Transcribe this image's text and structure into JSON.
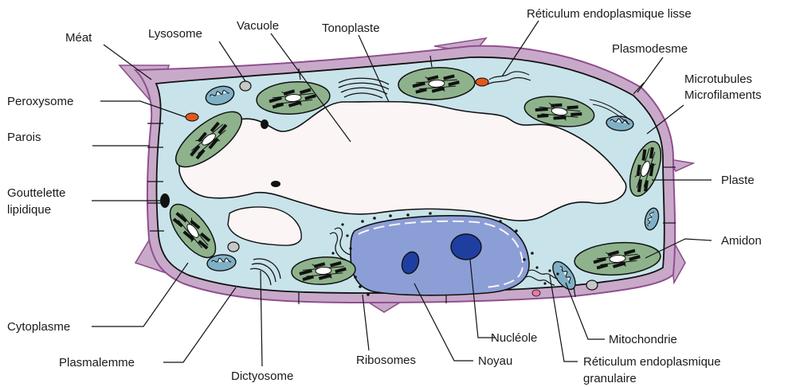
{
  "title": "",
  "colors": {
    "wall": "#c9a9c9",
    "wall_edge": "#8e4f8e",
    "cytoplasm": "#c9e3ea",
    "vacuole": "#fbf5f6",
    "nucleus": "#8c9ed6",
    "nucleolus": "#1f3fa0",
    "plastid": "#8eb38c",
    "plastid_dark": "#111111",
    "mitochondrion": "#7fb0c6",
    "peroxisome": "#e3591d",
    "lysosome": "#c7c7c7",
    "lipid": "#111111",
    "pink_vesicle": "#e87ba7"
  },
  "labels": {
    "meat": "Méat",
    "lysosome": "Lysosome",
    "vacuole": "Vacuole",
    "tonoplast": "Tonoplaste",
    "smooth_er": "Réticulum endoplasmique lisse",
    "plasmodesma": "Plasmodesme",
    "microtubules": "Microtubules",
    "microfilaments": "Microfilaments",
    "peroxisome": "Peroxysome",
    "wall": "Parois",
    "lipid_line1": "Gouttelette",
    "lipid_line2": "lipidique",
    "plastid": "Plaste",
    "starch": "Amidon",
    "cytoplasm": "Cytoplasme",
    "plasmalemma": "Plasmalemme",
    "dictyosome": "Dictyosome",
    "ribosomes": "Ribosomes",
    "nucleus": "Noyau",
    "nucleolus": "Nucléole",
    "mitochondrion": "Mitochondrie",
    "rough_er_line1": "Réticulum endoplasmique",
    "rough_er_line2": "granulaire"
  }
}
